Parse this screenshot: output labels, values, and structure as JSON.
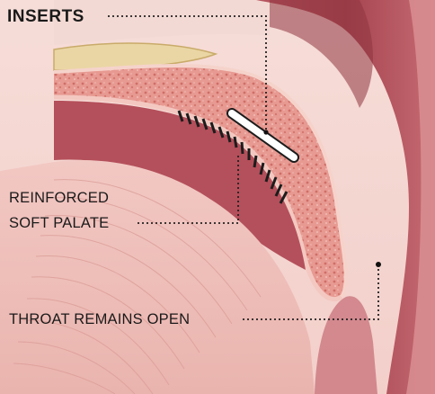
{
  "labels": {
    "inserts": "INSERTS",
    "reinforced_line1": "REINFORCED",
    "reinforced_line2": "SOFT PALATE",
    "throat": "THROAT REMAINS OPEN"
  },
  "colors": {
    "tissue_light": "#f4c9c4",
    "tissue_mid": "#d98b88",
    "tissue_dark": "#b04f58",
    "bone": "#e9d7a8",
    "leader": "#222222",
    "insert_fill": "#ffffff"
  }
}
